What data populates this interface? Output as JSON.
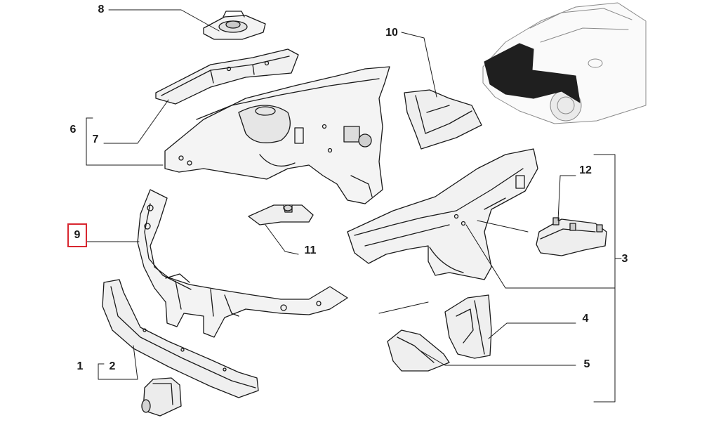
{
  "diagram": {
    "highlight_color": "#d8262f",
    "line_color": "#1a1a1a",
    "highlighted_callout": "9",
    "callouts": [
      {
        "id": "c1",
        "text": "1"
      },
      {
        "id": "c2",
        "text": "2"
      },
      {
        "id": "c3",
        "text": "3"
      },
      {
        "id": "c4",
        "text": "4"
      },
      {
        "id": "c5",
        "text": "5"
      },
      {
        "id": "c6",
        "text": "6"
      },
      {
        "id": "c7",
        "text": "7"
      },
      {
        "id": "c8",
        "text": "8"
      },
      {
        "id": "c9",
        "text": "9"
      },
      {
        "id": "c10",
        "text": "10"
      },
      {
        "id": "c11",
        "text": "11"
      },
      {
        "id": "c12",
        "text": "12"
      }
    ]
  }
}
